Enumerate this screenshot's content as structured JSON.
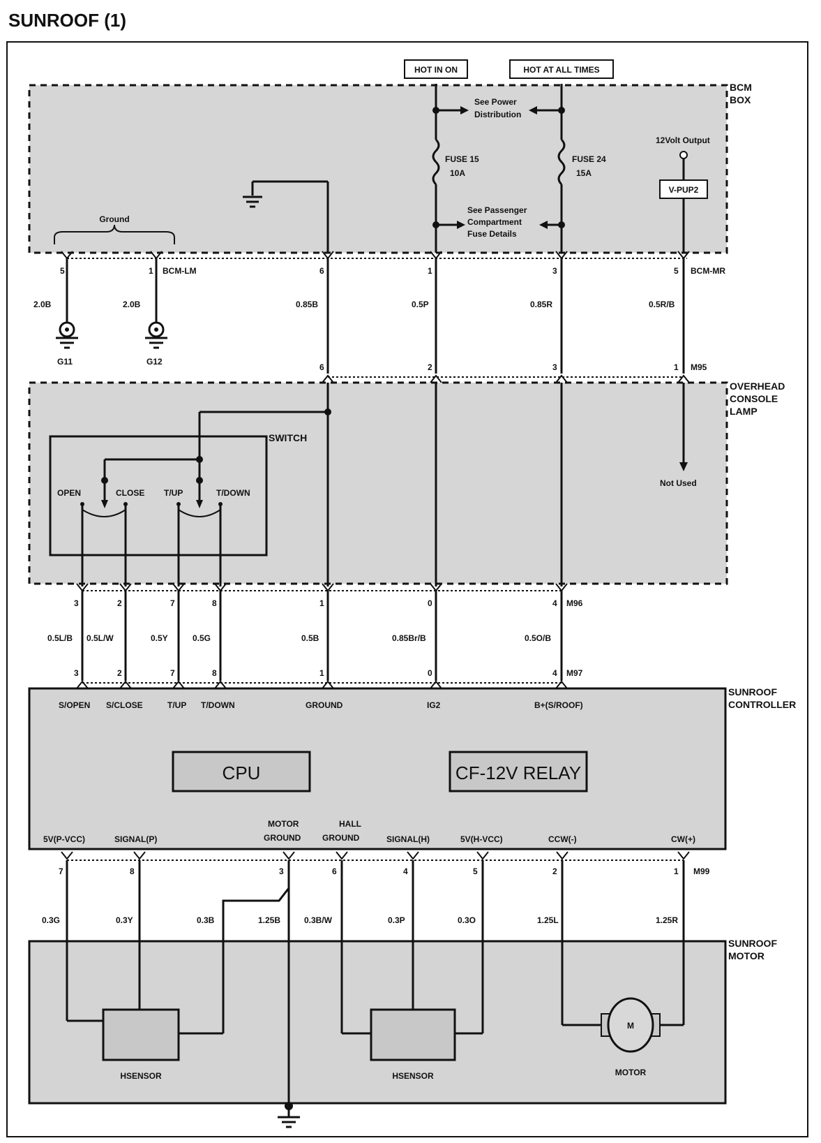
{
  "title": "SUNROOF (1)",
  "power": {
    "hot_in_on": "HOT IN ON",
    "hot_at_all_times": "HOT AT ALL TIMES"
  },
  "bcm": {
    "title_line1": "BCM",
    "title_line2": "BOX",
    "see_power_line1": "See Power",
    "see_power_line2": "Distribution",
    "fuse15_name": "FUSE 15",
    "fuse15_rating": "10A",
    "fuse24_name": "FUSE 24",
    "fuse24_rating": "15A",
    "see_pass_line1": "See Passenger",
    "see_pass_line2": "Compartment",
    "see_pass_line3": "Fuse Details",
    "twelve_volt": "12Volt Output",
    "vpup2": "V-PUP2",
    "ground_brace": "Ground",
    "conn_lm": "BCM-LM",
    "conn_mr": "BCM-MR"
  },
  "bcm_pins": {
    "pin_g11": "5",
    "pin_g12": "1",
    "pin_gnd": "6",
    "pin_ign": "1",
    "pin_bat": "3",
    "pin_out": "5"
  },
  "wires_top": {
    "g11": "2.0B",
    "g12": "2.0B",
    "gnd": "0.85B",
    "ign": "0.5P",
    "bat": "0.85R",
    "out": "0.5R/B"
  },
  "grounds": {
    "g11": "G11",
    "g12": "G12"
  },
  "overhead": {
    "title_line1": "OVERHEAD",
    "title_line2": "CONSOLE",
    "title_line3": "LAMP",
    "connector": "M95",
    "pin_gnd": "6",
    "pin_ign": "2",
    "pin_bat": "3",
    "pin_out": "1",
    "switch_label": "SWITCH",
    "sw_open": "OPEN",
    "sw_close": "CLOSE",
    "sw_tup": "T/UP",
    "sw_tdown": "T/DOWN",
    "not_used": "Not Used"
  },
  "m96": {
    "connector": "M96",
    "pins": [
      "3",
      "2",
      "7",
      "8",
      "1",
      "0",
      "4"
    ],
    "wires": [
      "0.5L/B",
      "0.5L/W",
      "0.5Y",
      "0.5G",
      "0.5B",
      "0.85Br/B",
      "0.5O/B"
    ]
  },
  "m97": {
    "connector": "M97",
    "pins": [
      "3",
      "2",
      "7",
      "8",
      "1",
      "0",
      "4"
    ]
  },
  "controller": {
    "title_line1": "SUNROOF",
    "title_line2": "CONTROLLER",
    "inputs": [
      "S/OPEN",
      "S/CLOSE",
      "T/UP",
      "T/DOWN",
      "GROUND",
      "IG2",
      "B+(S/ROOF)"
    ],
    "cpu": "CPU",
    "relay": "CF-12V RELAY",
    "out_5vp": "5V(P-VCC)",
    "out_sigp": "SIGNAL(P)",
    "out_mgnd_1": "MOTOR",
    "out_mgnd_2": "GROUND",
    "out_hgnd_1": "HALL",
    "out_hgnd_2": "GROUND",
    "out_sigh": "SIGNAL(H)",
    "out_5vh": "5V(H-VCC)",
    "out_ccw": "CCW(-)",
    "out_cw": "CW(+)"
  },
  "m99": {
    "connector": "M99",
    "pins": [
      "7",
      "8",
      "3",
      "6",
      "4",
      "5",
      "2",
      "1"
    ],
    "wires": [
      "0.3G",
      "0.3Y",
      "0.3B",
      "1.25B",
      "0.3B/W",
      "0.3P",
      "0.3O",
      "1.25L",
      "1.25R"
    ]
  },
  "motor_box": {
    "title_line1": "SUNROOF",
    "title_line2": "MOTOR",
    "sensor_p": "HSENSOR",
    "sensor_h": "HSENSOR",
    "motor_symbol": "M",
    "motor": "MOTOR"
  }
}
